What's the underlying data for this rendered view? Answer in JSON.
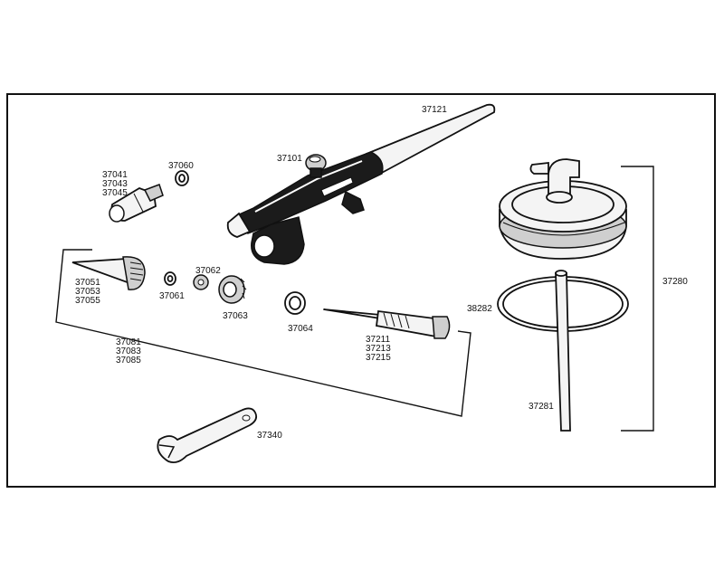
{
  "labels": {
    "l37121": "37121",
    "l37101": "37101",
    "l37060": "37060",
    "l37041": "37041",
    "l37043": "37043",
    "l37045": "37045",
    "l37062": "37062",
    "l37061": "37061",
    "l37063": "37063",
    "l37064": "37064",
    "l37051": "37051",
    "l37053": "37053",
    "l37055": "37055",
    "l37081": "37081",
    "l37083": "37083",
    "l37085": "37085",
    "l37211": "37211",
    "l37213": "37213",
    "l37215": "37215",
    "l37280": "37280",
    "l38282": "38282",
    "l37281": "37281",
    "l37340": "37340"
  }
}
